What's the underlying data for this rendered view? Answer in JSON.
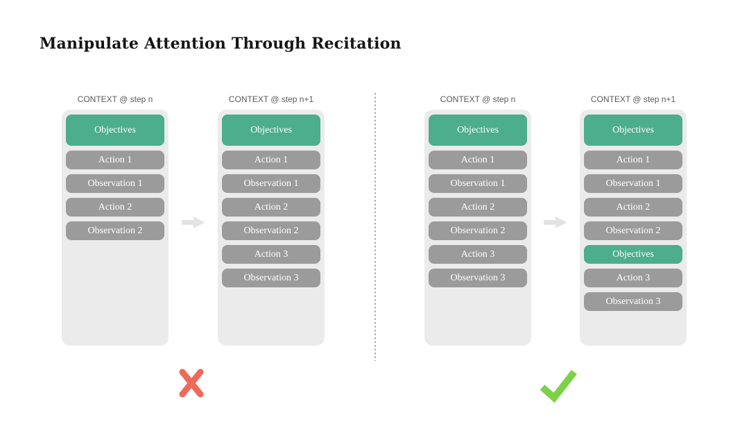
{
  "page": {
    "title": "Manipulate Attention Through Recitation"
  },
  "colors": {
    "title_text": "#151515",
    "header_text": "#595959",
    "panel_bg": "#ebebeb",
    "item_gray": "#9b9b9b",
    "item_text": "#ffffff",
    "objective_green": "#4cae8d",
    "arrow_gray": "#e3e3e3",
    "divider_gray": "#ababab",
    "cross_red": "#ed6a58",
    "check_green": "#7cd148"
  },
  "columns": [
    {
      "header": "CONTEXT @ step n",
      "items": [
        {
          "label": "Objectives",
          "highlight": true,
          "tall": true
        },
        {
          "label": "Action 1"
        },
        {
          "label": "Observation 1"
        },
        {
          "label": "Action 2"
        },
        {
          "label": "Observation 2"
        }
      ]
    },
    {
      "header": "CONTEXT @ step n+1",
      "items": [
        {
          "label": "Objectives",
          "highlight": true,
          "tall": true
        },
        {
          "label": "Action 1"
        },
        {
          "label": "Observation 1"
        },
        {
          "label": "Action 2"
        },
        {
          "label": "Observation 2"
        },
        {
          "label": "Action 3"
        },
        {
          "label": "Observation 3"
        }
      ]
    },
    {
      "header": "CONTEXT @ step n",
      "items": [
        {
          "label": "Objectives",
          "highlight": true,
          "tall": true
        },
        {
          "label": "Action 1"
        },
        {
          "label": "Observation 1"
        },
        {
          "label": "Action 2"
        },
        {
          "label": "Observation 2"
        },
        {
          "label": "Action 3"
        },
        {
          "label": "Observation 3"
        }
      ]
    },
    {
      "header": "CONTEXT @ step n+1",
      "items": [
        {
          "label": "Objectives",
          "highlight": true,
          "tall": true
        },
        {
          "label": "Action 1"
        },
        {
          "label": "Observation 1"
        },
        {
          "label": "Action 2"
        },
        {
          "label": "Observation 2"
        },
        {
          "label": "Objectives",
          "highlight": true
        },
        {
          "label": "Action 3"
        },
        {
          "label": "Observation 3"
        }
      ]
    }
  ],
  "icons": {
    "transition": "arrow-right-icon",
    "left_verdict": "cross-icon",
    "right_verdict": "check-icon"
  }
}
